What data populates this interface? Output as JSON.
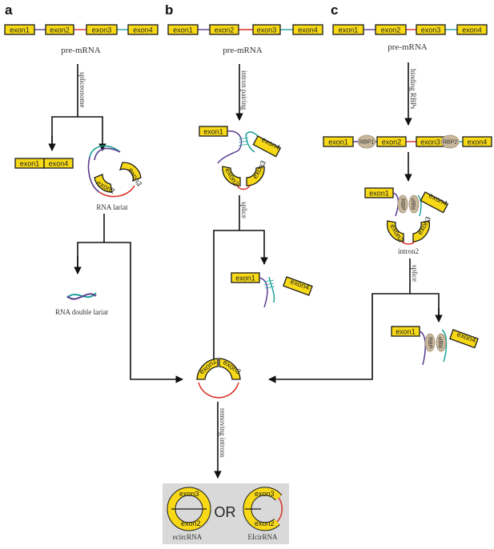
{
  "panels": {
    "a": "a",
    "b": "b",
    "c": "c"
  },
  "exon_labels": {
    "exon1": "exon1",
    "exon2": "exon2",
    "exon3": "exon3",
    "exon4": "exon4"
  },
  "labels": {
    "pre_mrna": "pre-mRNA",
    "spliceosome": "spliceosome",
    "intron_pairing": "intron pairing",
    "binding_rbps": "binding RBPs",
    "splice": "splice",
    "rna_lariat": "RNA lariat",
    "rna_double_lariat": "RNA double lariat",
    "intron2": "intron2",
    "removing_introns": "removing introns",
    "or": "OR",
    "ecircrna": "ecircRNA",
    "eicircrna": "EIcirRNA"
  },
  "rbp_labels": {
    "rbp1": "RBP1",
    "rbp2": "RBP2",
    "rbp": "RBP"
  },
  "colors": {
    "exon_fill": "#f7d917",
    "intron_purple": "#5b3d8e",
    "intron_red": "#d93025",
    "intron_green": "#1ea39a",
    "rbp_fill": "#c8b79b",
    "result_box": "#d9d9d9"
  }
}
